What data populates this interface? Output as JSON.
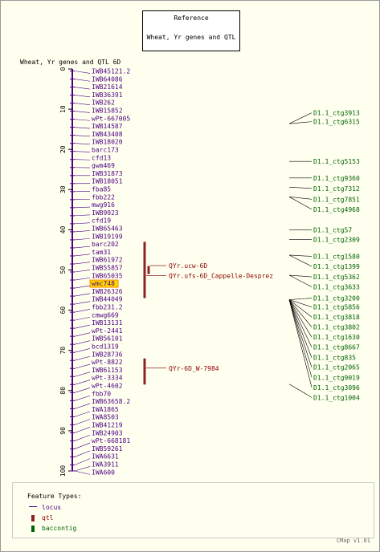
{
  "reference": {
    "title": "Reference",
    "subtitle": "Wheat, Yr genes and QTL"
  },
  "map_title": "Wheat, Yr genes and QTL 6D",
  "axis": {
    "min": 0,
    "max": 100,
    "ticks": [
      "0",
      "10",
      "20",
      "30",
      "40",
      "50",
      "60",
      "70",
      "80",
      "90",
      "100"
    ]
  },
  "loci": [
    {
      "name": "IWB45121.2",
      "pos": 0.5
    },
    {
      "name": "IWB64086",
      "pos": 2.5
    },
    {
      "name": "IWB21614",
      "pos": 4.5
    },
    {
      "name": "IWB36391",
      "pos": 6.5
    },
    {
      "name": "IWB262",
      "pos": 8.5
    },
    {
      "name": "IWB15852",
      "pos": 10.5
    },
    {
      "name": "wPt-667005",
      "pos": 12.5
    },
    {
      "name": "IWB14587",
      "pos": 14.5
    },
    {
      "name": "IWB43408",
      "pos": 16.5
    },
    {
      "name": "IWB18020",
      "pos": 18.5
    },
    {
      "name": "barc173",
      "pos": 20.5
    },
    {
      "name": "cfd13",
      "pos": 22.5
    },
    {
      "name": "gwm469",
      "pos": 24.5
    },
    {
      "name": "IWB31873",
      "pos": 26.5
    },
    {
      "name": "IWB18051",
      "pos": 28.5
    },
    {
      "name": "fba85",
      "pos": 30.5
    },
    {
      "name": "fbb222",
      "pos": 32.5
    },
    {
      "name": "mwg916",
      "pos": 34.5
    },
    {
      "name": "IWB9923",
      "pos": 36.5
    },
    {
      "name": "cfd19",
      "pos": 38.5
    },
    {
      "name": "IWB65463",
      "pos": 40.5
    },
    {
      "name": "IWB19199",
      "pos": 42.5
    },
    {
      "name": "barc202",
      "pos": 44.5
    },
    {
      "name": "tam31",
      "pos": 46.5
    },
    {
      "name": "IWB61972",
      "pos": 48.5
    },
    {
      "name": "IWB55857",
      "pos": 50.5
    },
    {
      "name": "IWB65035",
      "pos": 52.5
    },
    {
      "name": "wmc748",
      "pos": 54.5,
      "highlight": true
    },
    {
      "name": "IWB26326",
      "pos": 56.5
    },
    {
      "name": "IWB44049",
      "pos": 58.5
    },
    {
      "name": "fbb231.2",
      "pos": 60.5
    },
    {
      "name": "cmwg669",
      "pos": 62.5
    },
    {
      "name": "IWB13131",
      "pos": 64.5
    },
    {
      "name": "wPt-2441",
      "pos": 66.5
    },
    {
      "name": "IWB56101",
      "pos": 68.5
    },
    {
      "name": "bcd1319",
      "pos": 70.5
    },
    {
      "name": "IWB28736",
      "pos": 72.5
    },
    {
      "name": "wPt-8822",
      "pos": 74.5
    },
    {
      "name": "IWB61153",
      "pos": 76.5
    },
    {
      "name": "wPt-3334",
      "pos": 78.5
    },
    {
      "name": "wPt-4602",
      "pos": 80.5
    },
    {
      "name": "fbb70",
      "pos": 82.5
    },
    {
      "name": "IWB63658.2",
      "pos": 84.5
    },
    {
      "name": "IWA1865",
      "pos": 86.5
    },
    {
      "name": "IWA8503",
      "pos": 88.5
    },
    {
      "name": "IWB41219",
      "pos": 90.5
    },
    {
      "name": "IWB24903",
      "pos": 92.5
    },
    {
      "name": "wPt-668181",
      "pos": 94.5
    },
    {
      "name": "IWB59261",
      "pos": 96.5
    },
    {
      "name": "IWA6631",
      "pos": 98.5
    },
    {
      "name": "IWA3911",
      "pos": 100.5
    },
    {
      "name": "IWA600",
      "pos": 102.5
    }
  ],
  "qtls": [
    {
      "label": "QYr.ucw-6D",
      "start": 49,
      "end": 51,
      "label_pos": 49.5
    },
    {
      "label": "QYr.ufs-6D_Cappelle-Desprez",
      "start": 43,
      "end": 57,
      "label_pos": 52
    },
    {
      "label": "QYr-6D_W-7984",
      "start": 72,
      "end": 78.5,
      "label_pos": 75
    }
  ],
  "contigs": [
    {
      "name": "D1.1_ctg3913",
      "label_pos": 11.5,
      "target": 14.2
    },
    {
      "name": "D1.1_ctg6315",
      "label_pos": 13.7,
      "target": 14.2
    },
    {
      "name": "D1.1_ctg5153",
      "label_pos": 23.6,
      "target": 23.6
    },
    {
      "name": "D1.1_ctg9360",
      "label_pos": 27.7,
      "target": 27.7
    },
    {
      "name": "D1.1_ctg7312",
      "label_pos": 30.3,
      "target": 30.0
    },
    {
      "name": "D1.1_ctg7851",
      "label_pos": 33.0,
      "target": 32.4
    },
    {
      "name": "D1.1_ctg4968",
      "label_pos": 35.5,
      "target": 32.4
    },
    {
      "name": "D1.1_ctg57",
      "label_pos": 40.6,
      "target": 40.6
    },
    {
      "name": "D1.1_ctg2309",
      "label_pos": 43.0,
      "target": 43.0
    },
    {
      "name": "D1.1_ctg1580",
      "label_pos": 47.2,
      "target": 46.9
    },
    {
      "name": "D1.1_ctg1399",
      "label_pos": 49.7,
      "target": 46.9
    },
    {
      "name": "D1.1_ctg5362",
      "label_pos": 52.3,
      "target": 51.9
    },
    {
      "name": "D1.1_ctg3633",
      "label_pos": 54.8,
      "target": 51.9
    },
    {
      "name": "D1.1_ctg3200",
      "label_pos": 57.6,
      "target": 58.0
    },
    {
      "name": "D1.1_ctg5856",
      "label_pos": 59.8,
      "target": 58.0
    },
    {
      "name": "D1.1_ctg3818",
      "label_pos": 62.3,
      "target": 58.0
    },
    {
      "name": "D1.1_ctg3802",
      "label_pos": 64.8,
      "target": 58.0
    },
    {
      "name": "D1.1_ctg1630",
      "label_pos": 67.3,
      "target": 58.0
    },
    {
      "name": "D1.1_ctg8667",
      "label_pos": 69.8,
      "target": 58.0
    },
    {
      "name": "D1.1_ctg835",
      "label_pos": 72.4,
      "target": 58.0
    },
    {
      "name": "D1.1_ctg2065",
      "label_pos": 74.8,
      "target": 58.0
    },
    {
      "name": "D1.1_ctg9019",
      "label_pos": 77.3,
      "target": 58.0
    },
    {
      "name": "D1.1_ctg3096",
      "label_pos": 79.8,
      "target": 58.0
    },
    {
      "name": "D1.1_ctg1004",
      "label_pos": 82.3,
      "target": 79.0
    }
  ],
  "legend": {
    "title": "Feature Types:",
    "items": [
      {
        "label": "locus",
        "color": "#4b0082"
      },
      {
        "label": "qtl",
        "color": "#8b2323"
      },
      {
        "label": "baccontig",
        "color": "#006400"
      }
    ]
  },
  "footer": "CMap v1.01",
  "colors": {
    "locus": "#4b0082",
    "locus_label": "#4b0082",
    "qtl_bar": "#8b2323",
    "qtl_label": "#8b0000",
    "contig": "#006400",
    "highlight_bg": "#ffd700",
    "highlight_border": "#ff8c00"
  }
}
